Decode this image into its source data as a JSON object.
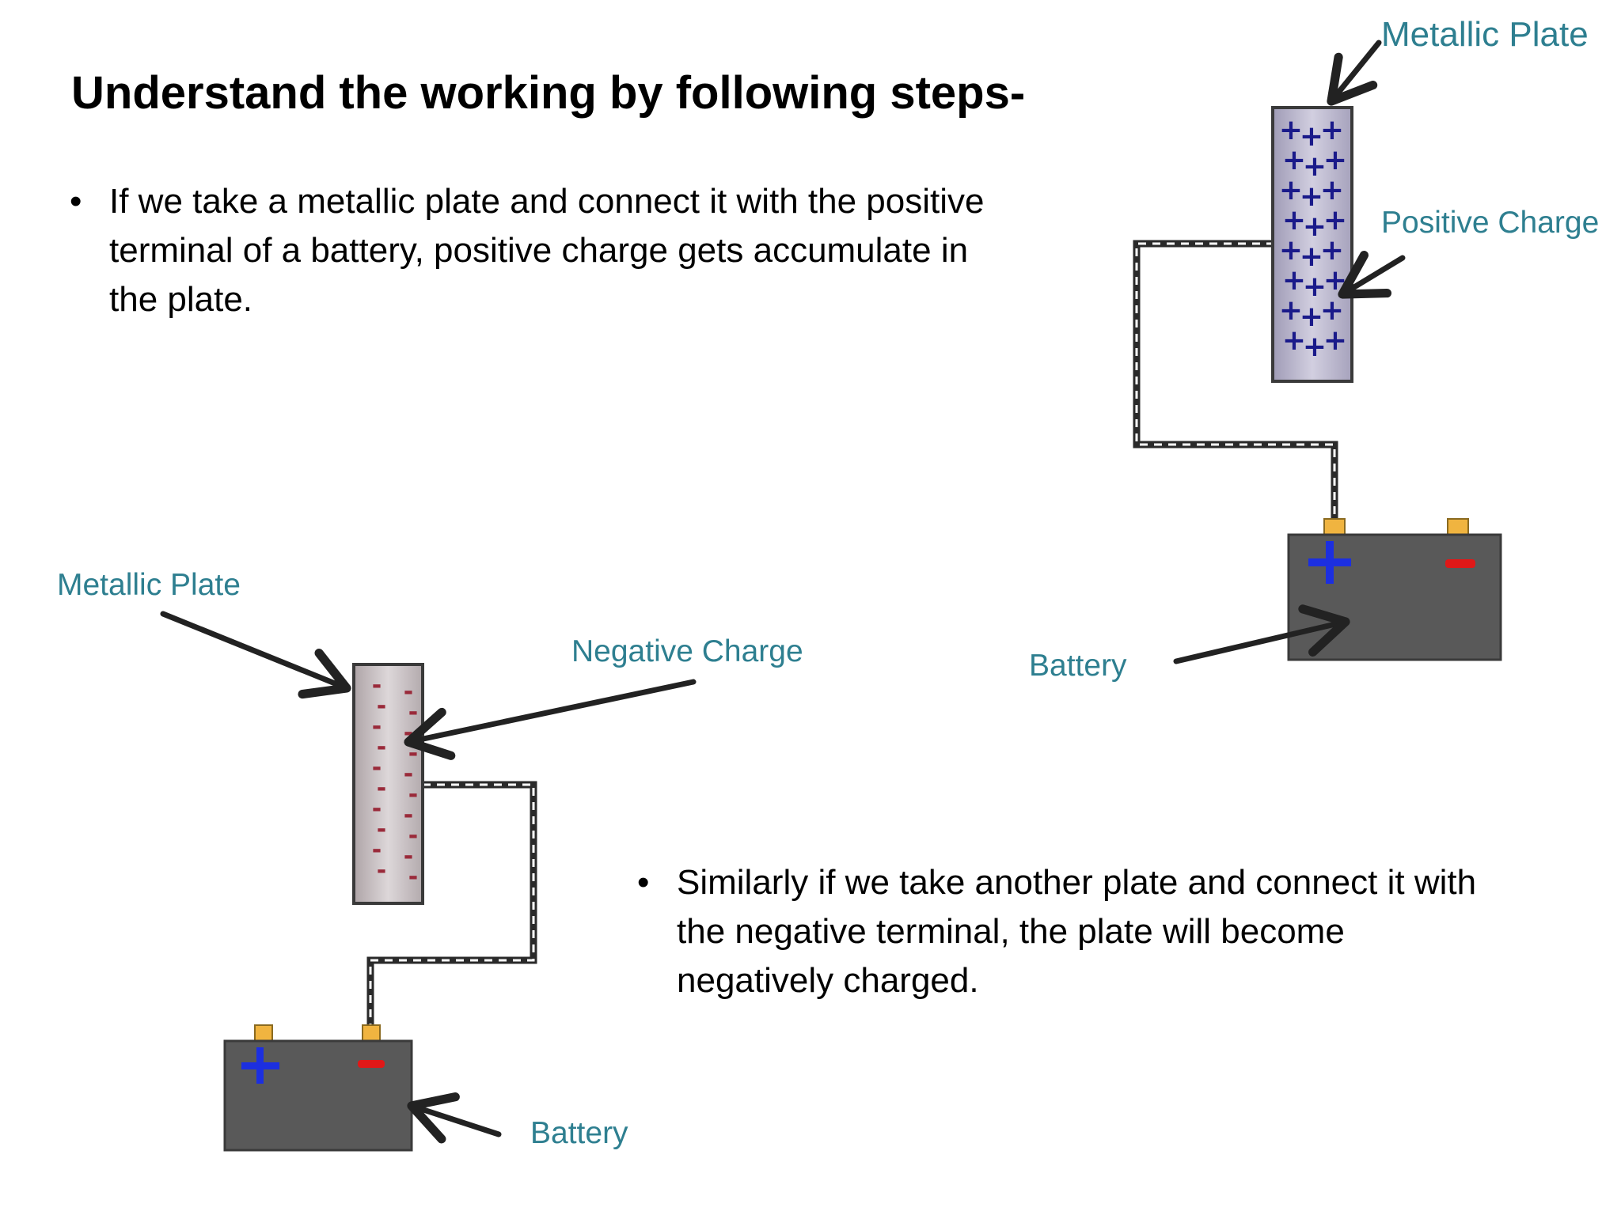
{
  "title": "Understand the working  by following steps-",
  "bullets": [
    {
      "marker": "•",
      "lines": [
        "If we take a metallic plate and connect it with the positive",
        "terminal of a battery, positive charge gets accumulate in",
        "the plate."
      ]
    },
    {
      "marker": "•",
      "lines": [
        "Similarly if we take another plate and connect it with",
        "the negative terminal, the plate will become",
        "negatively charged."
      ]
    }
  ],
  "top_diagram": {
    "plate_label": "Metallic Plate",
    "charge_label": "Positive Charge",
    "battery_label": "Battery",
    "plate_glyph": "+",
    "plate_color": "#b8b4cc",
    "glyph_color": "#1a1a8a"
  },
  "bottom_diagram": {
    "plate_label": "Metallic Plate",
    "charge_label": "Negative Charge",
    "battery_label": "Battery",
    "plate_glyph": "-",
    "plate_color": "#c8c0c2",
    "glyph_color": "#9a2a3a"
  },
  "colors": {
    "label": "#2e7f90",
    "battery_body": "#595959",
    "terminal": "#f0b440",
    "plus_sign": "#1c2fe0",
    "minus_sign": "#e01818",
    "arrow": "#222222"
  }
}
